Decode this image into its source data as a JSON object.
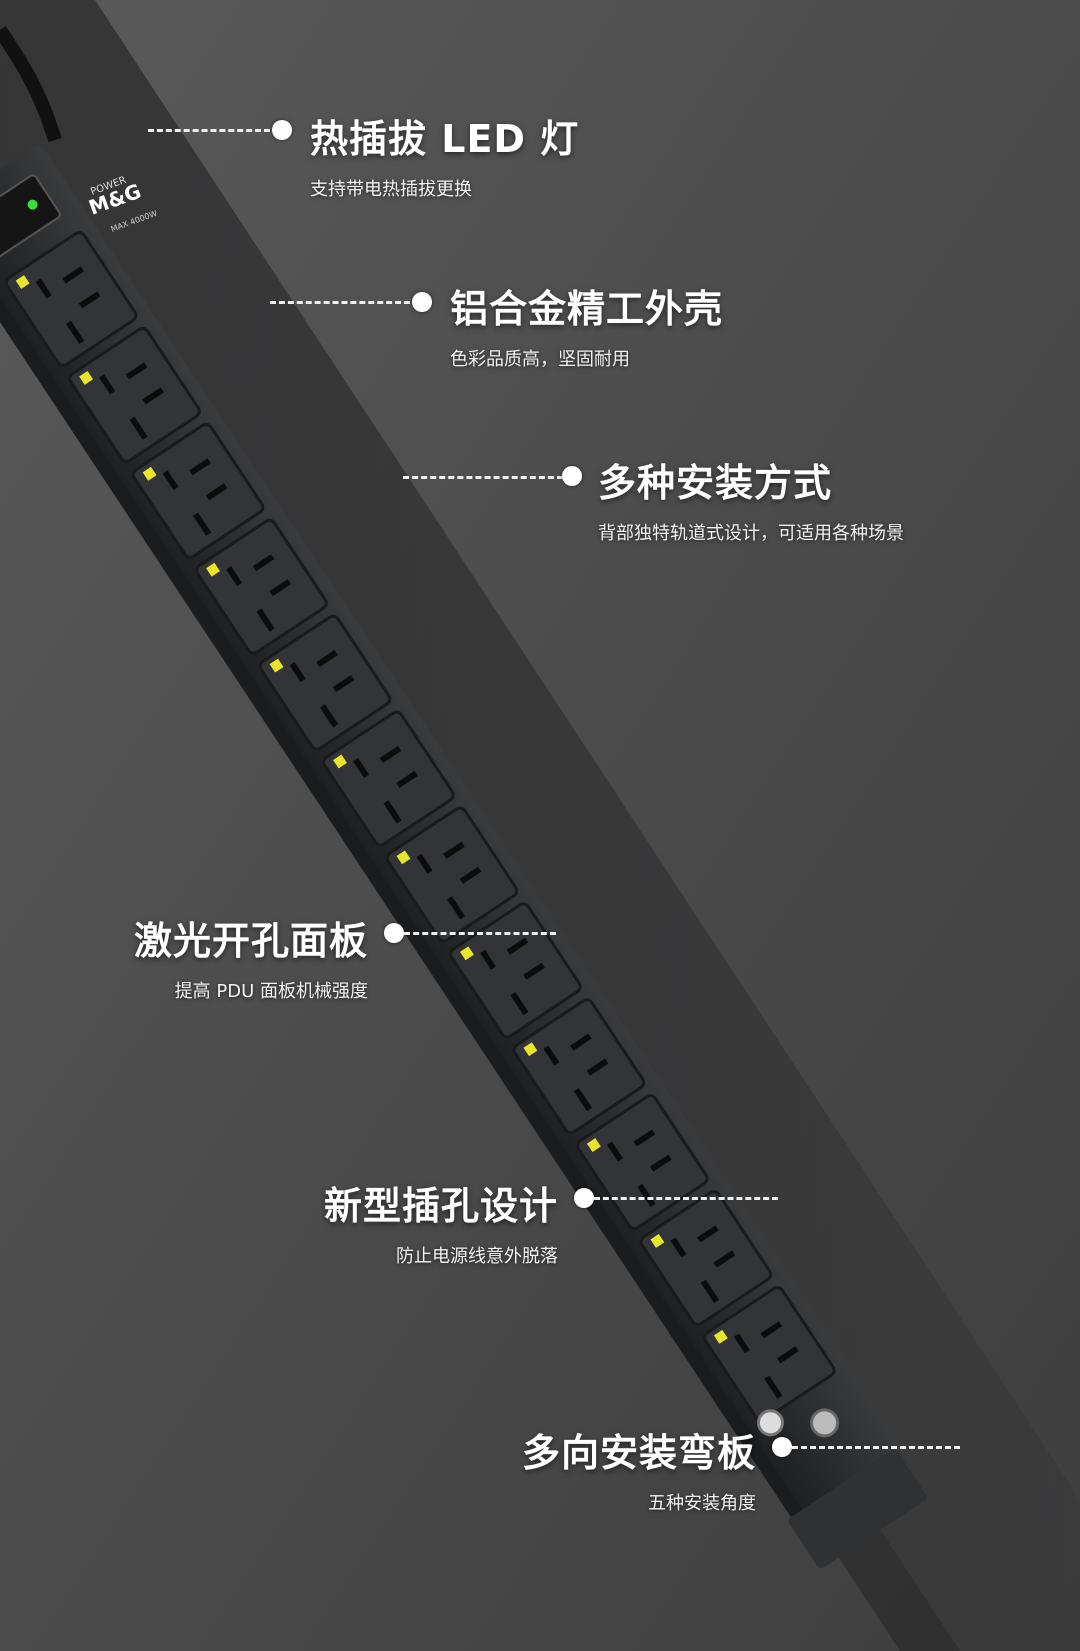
{
  "product": {
    "switch_label": "POWER",
    "brand": "M&G",
    "rating": "MAX 4000W",
    "outlet_count": 12
  },
  "colors": {
    "background": "#4a4a4a",
    "strip_body": "#2b2c2e",
    "outlet_face": "#333437",
    "led_green": "#3ddc3d",
    "marker_yellow": "#e8e62a",
    "callout_text": "#ffffff"
  },
  "callouts": [
    {
      "title": "热插拔 LED 灯",
      "sub": "支持带电热插拔更换"
    },
    {
      "title": "铝合金精工外壳",
      "sub": "色彩品质高，坚固耐用"
    },
    {
      "title": "多种安装方式",
      "sub": "背部独特轨道式设计，可适用各种场景"
    },
    {
      "title": "激光开孔面板",
      "sub": "提高 PDU 面板机械强度"
    },
    {
      "title": "新型插孔设计",
      "sub": "防止电源线意外脱落"
    },
    {
      "title": "多向安装弯板",
      "sub": "五种安装角度"
    }
  ]
}
